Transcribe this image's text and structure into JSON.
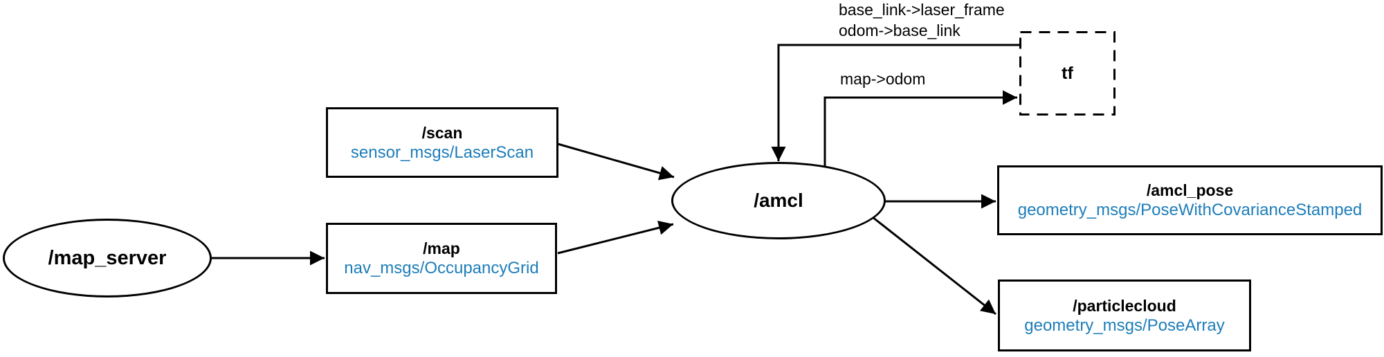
{
  "nodes": {
    "map_server": {
      "label": "/map_server"
    },
    "amcl": {
      "label": "/amcl"
    },
    "tf": {
      "label": "tf"
    }
  },
  "topics": {
    "scan": {
      "name": "/scan",
      "type": "sensor_msgs/LaserScan"
    },
    "map": {
      "name": "/map",
      "type": "nav_msgs/OccupancyGrid"
    },
    "amcl_pose": {
      "name": "/amcl_pose",
      "type": "geometry_msgs/PoseWithCovarianceStamped"
    },
    "particlecloud": {
      "name": "/particlecloud",
      "type": "geometry_msgs/PoseArray"
    }
  },
  "edge_labels": {
    "tf_to_amcl_line1": "base_link->laser_frame",
    "tf_to_amcl_line2": "odom->base_link",
    "amcl_to_tf": "map->odom"
  },
  "colors": {
    "line": "#000000",
    "node_text": "#000000",
    "topic_type_text": "#1d7db9",
    "background": "#ffffff"
  }
}
